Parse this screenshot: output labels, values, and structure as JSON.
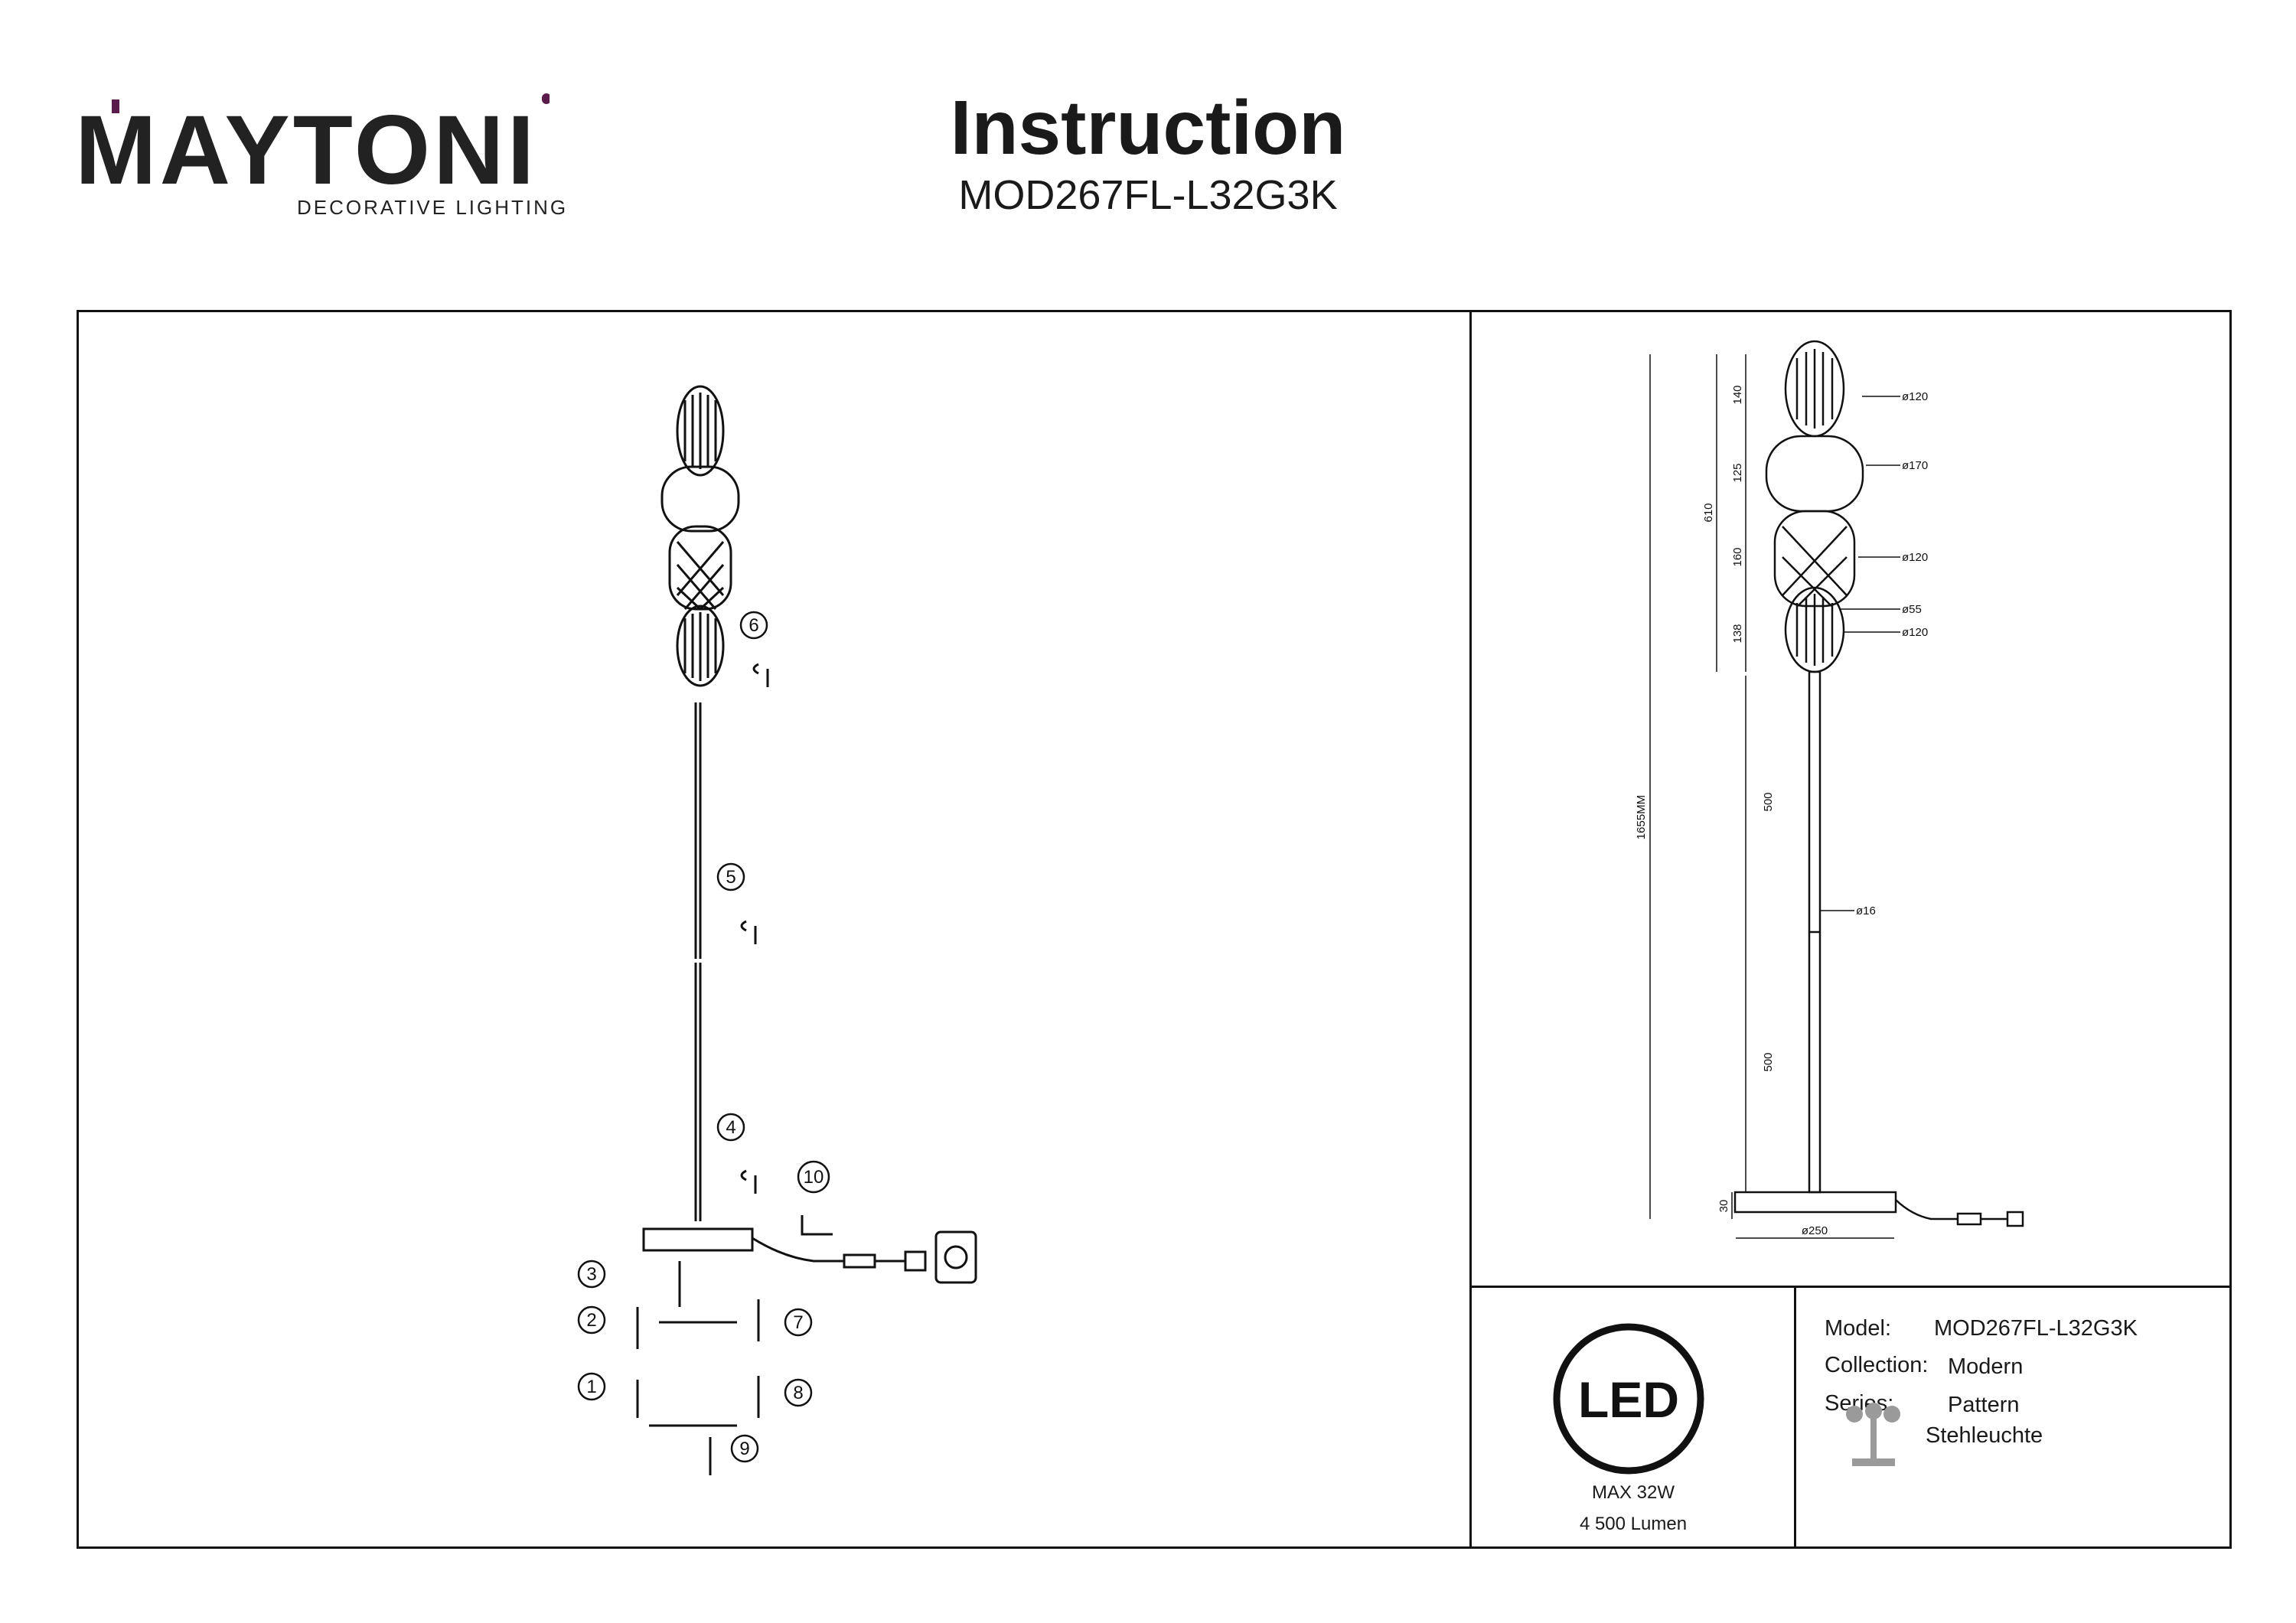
{
  "brand": {
    "name": "MAYTONI",
    "tagline": "DECORATIVE LIGHTING"
  },
  "document": {
    "title": "Instruction",
    "model_code": "MOD267FL-L32G3K"
  },
  "assembly": {
    "steps": [
      "1",
      "2",
      "3",
      "4",
      "5",
      "6",
      "7",
      "8",
      "9",
      "10"
    ]
  },
  "dimensions": {
    "total_height": "1655MM",
    "heads_height": "610",
    "segment_heights": [
      "140",
      "125",
      "160",
      "138"
    ],
    "rod_lengths": [
      "500",
      "500"
    ],
    "base_height": "30",
    "diameters": [
      "ø120",
      "ø170",
      "ø120",
      "ø55",
      "ø120"
    ],
    "rod_diameter": "ø16",
    "base_diameter": "ø250"
  },
  "led": {
    "badge": "LED",
    "power": "MAX 32W",
    "lumen": "4 500 Lumen"
  },
  "specs": {
    "model_label": "Model:",
    "model_value": "MOD267FL-L32G3K",
    "collection_label": "Collection:",
    "collection_value": "Modern",
    "series_label": "Series:",
    "series_value": "Pattern",
    "type_value": "Stehleuchte"
  },
  "colors": {
    "logo_accent": "#5a1a4a",
    "line": "#111111"
  }
}
